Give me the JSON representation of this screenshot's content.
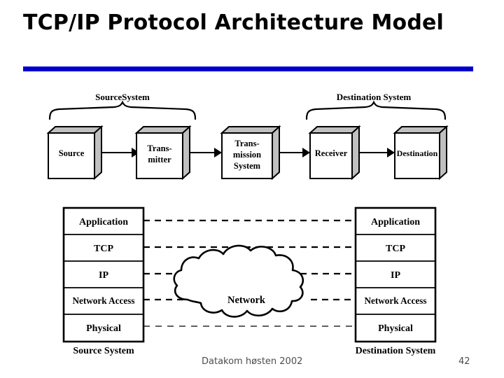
{
  "slide": {
    "title": "TCP/IP Protocol Architecture Model",
    "accent_color": "#0000cc",
    "background_color": "#ffffff",
    "ink_color": "#000000"
  },
  "footer": {
    "note": "Datakom høsten 2002",
    "page_number": "42",
    "text_color": "#4d4d4d"
  },
  "top_diagram": {
    "group_labels": {
      "source": "SourceSystem",
      "destination": "Destination System"
    },
    "boxes": [
      {
        "id": "source",
        "label": "Source",
        "lines": [
          "Source"
        ]
      },
      {
        "id": "transmitter",
        "label": "Transmitter",
        "lines": [
          "Trans-",
          "mitter"
        ]
      },
      {
        "id": "transmission-system",
        "label": "Transmission System",
        "lines": [
          "Trans-",
          "mission",
          "System"
        ]
      },
      {
        "id": "receiver",
        "label": "Receiver",
        "lines": [
          "Receiver"
        ]
      },
      {
        "id": "destination",
        "label": "Destination",
        "lines": [
          "Destination"
        ]
      }
    ],
    "box_face_color": "#ffffff",
    "box_shade_color": "#c0c0c0"
  },
  "bottom_diagram": {
    "source_stack_label": "Source System",
    "destination_stack_label": "Destination System",
    "cloud_label": "Network",
    "layers": [
      "Application",
      "TCP",
      "IP",
      "Network Access",
      "Physical"
    ]
  }
}
